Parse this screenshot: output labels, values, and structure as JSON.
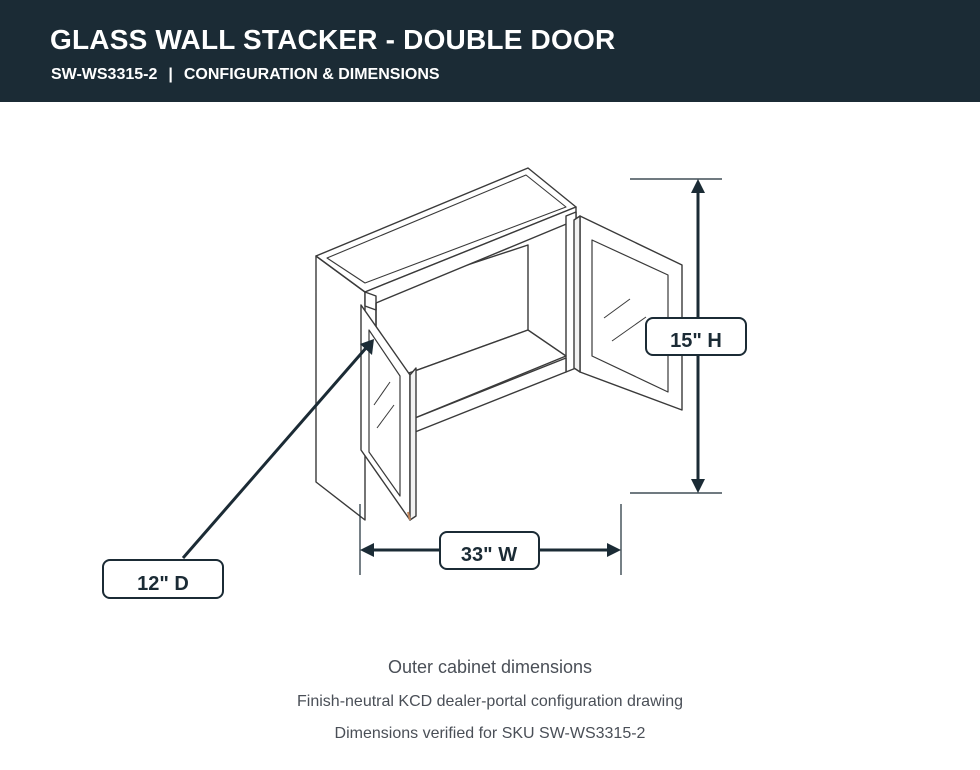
{
  "header": {
    "title": "GLASS WALL STACKER - DOUBLE DOOR",
    "sku": "SW-WS3315-2",
    "separator": "|",
    "section": "CONFIGURATION & DIMENSIONS"
  },
  "dimensions": {
    "height": "15\" H",
    "width": "33\" W",
    "depth": "12\" D"
  },
  "captions": {
    "main": "Outer cabinet dimensions",
    "sub1": "Finish-neutral KCD dealer-portal configuration drawing",
    "sub2": "Dimensions verified for SKU SW-WS3315-2"
  },
  "colors": {
    "header_bg": "#1b2b35",
    "dimension_line": "#1b2b35",
    "cabinet_outline": "#3a3a3a",
    "caption_text": "#4a4f57"
  }
}
